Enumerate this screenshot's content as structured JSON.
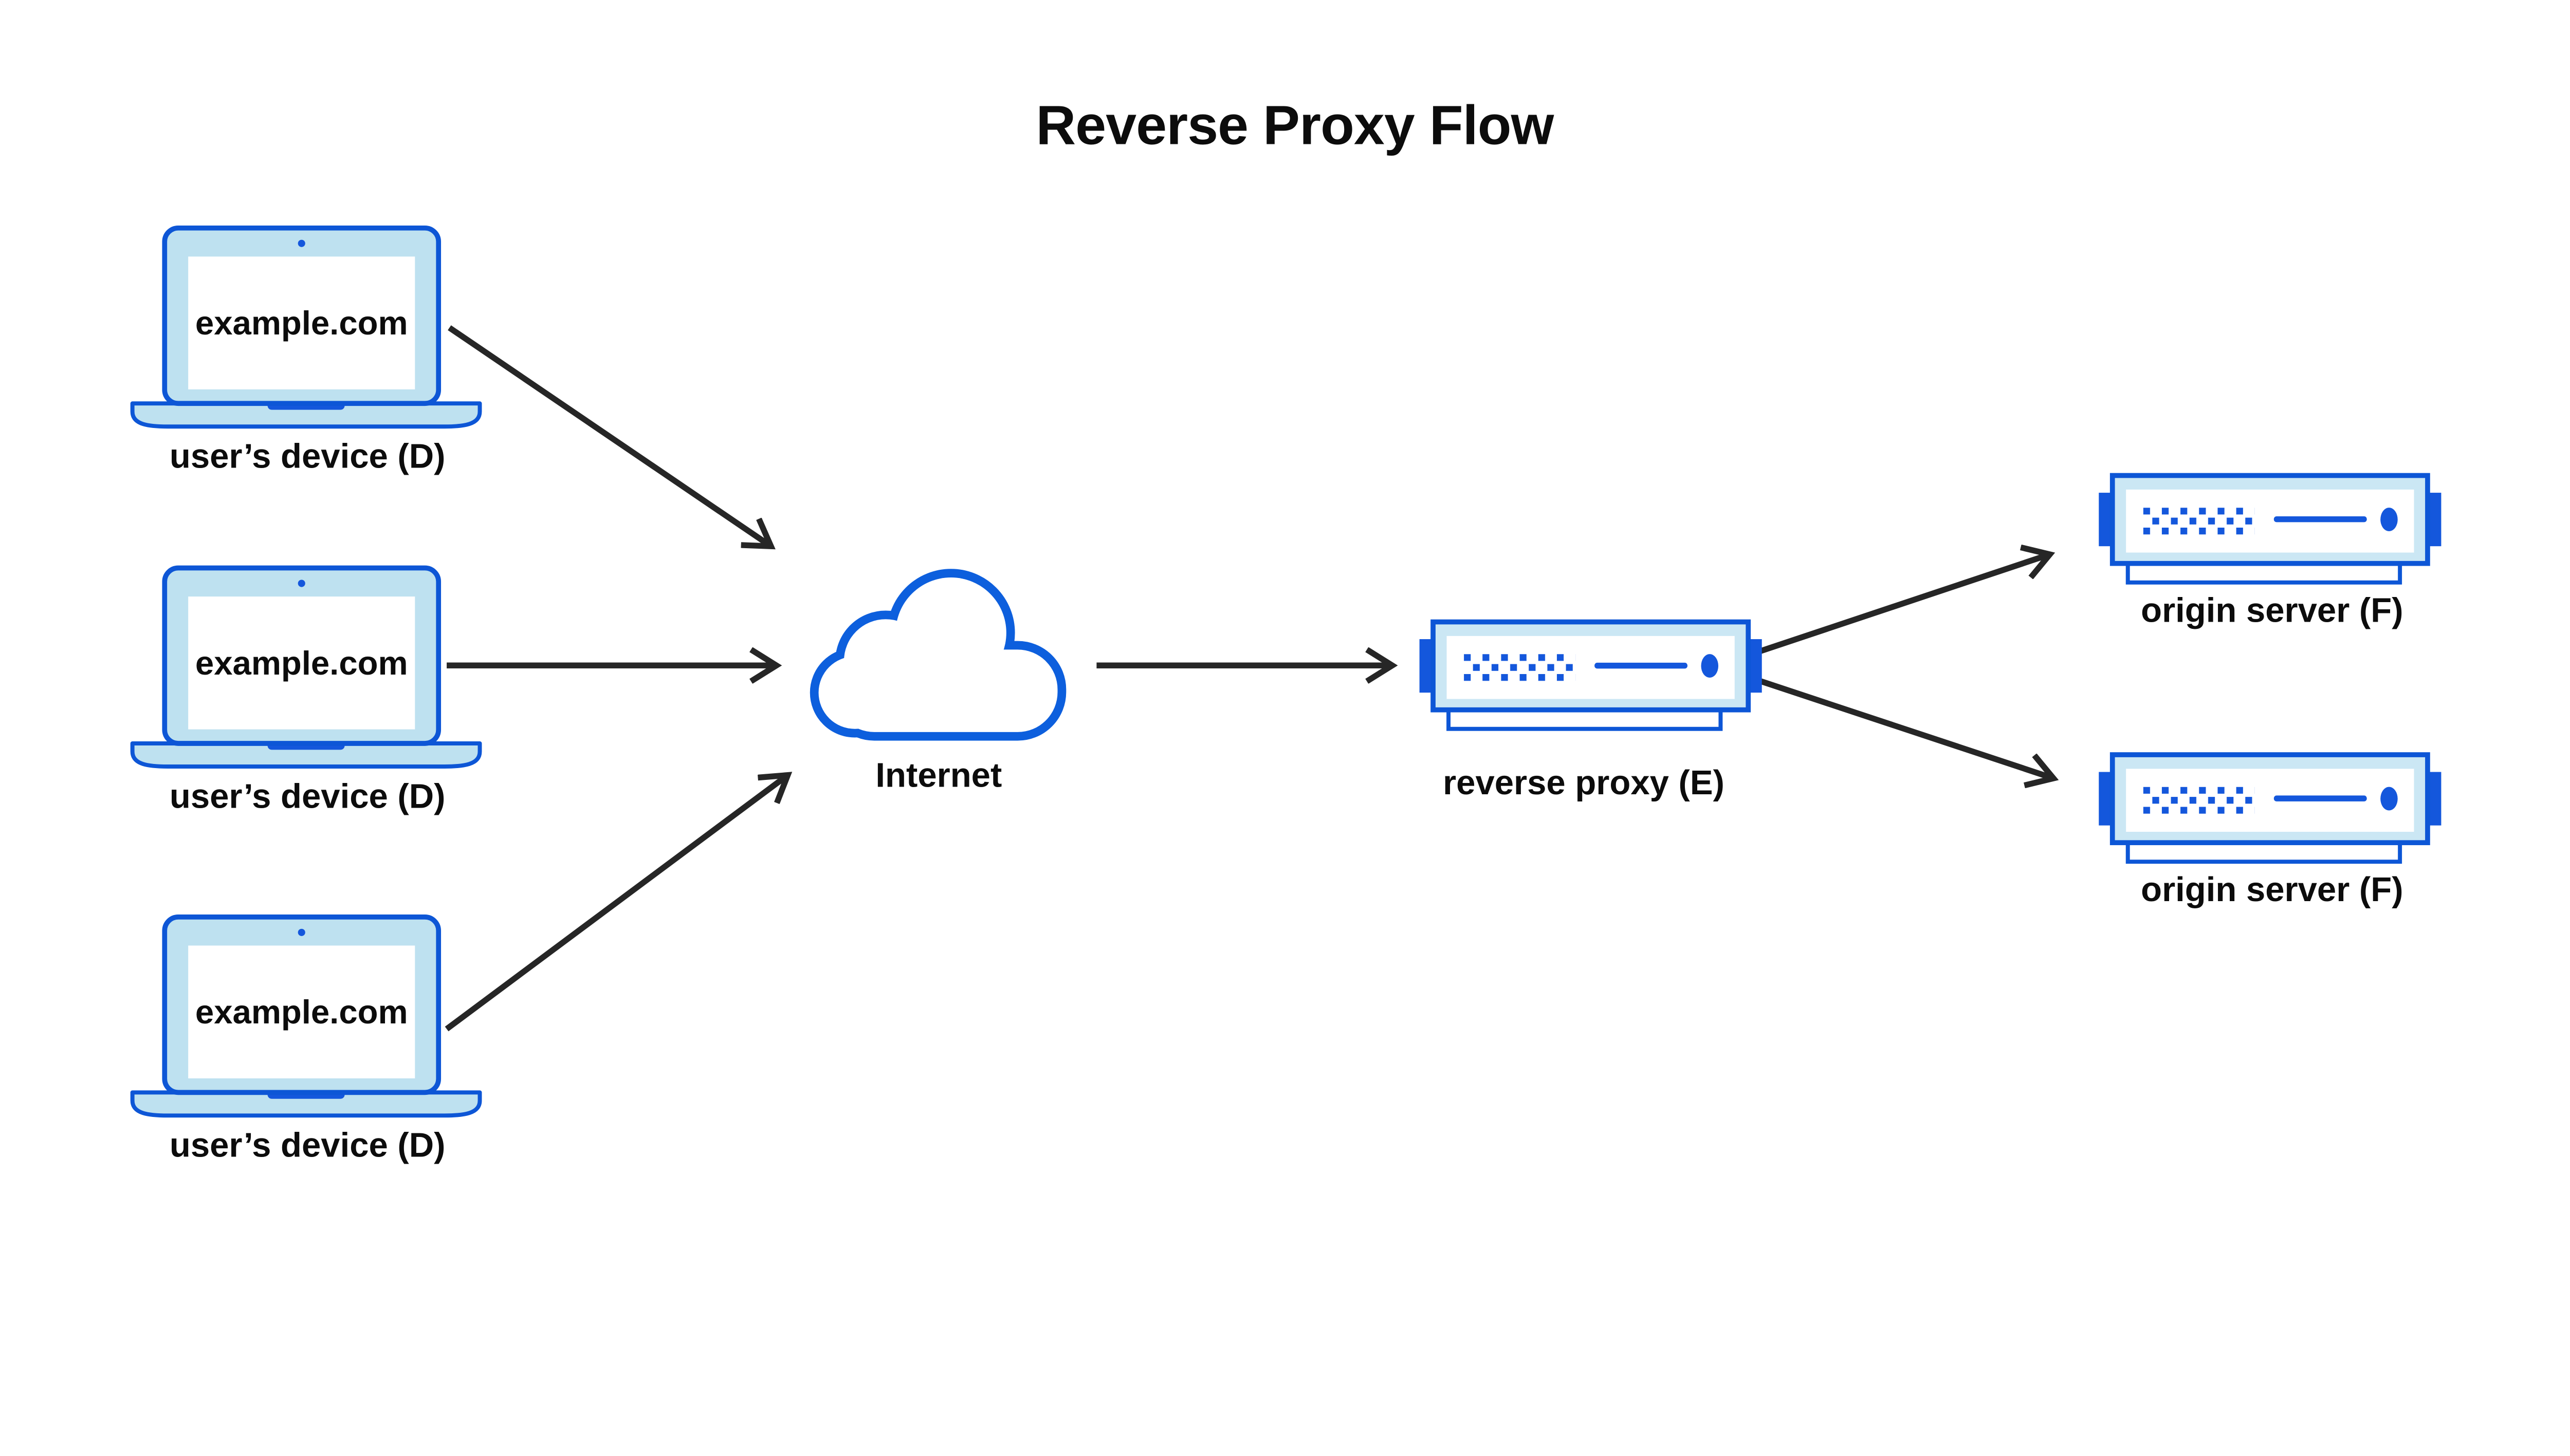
{
  "title": "Reverse Proxy Flow",
  "devices": [
    {
      "screen_text": "example.com",
      "label": "user’s device (D)"
    },
    {
      "screen_text": "example.com",
      "label": "user’s device (D)"
    },
    {
      "screen_text": "example.com",
      "label": "user’s device (D)"
    }
  ],
  "internet": {
    "label": "Internet"
  },
  "reverse_proxy": {
    "label": "reverse proxy (E)"
  },
  "origin_servers": [
    {
      "label": "origin server (F)"
    },
    {
      "label": "origin server (F)"
    }
  ],
  "colors": {
    "outline_blue": "#0D56D6",
    "accent_blue": "#1457DC",
    "laptop_fill": "#BEE1F0",
    "server_fill": "#CBE7F4",
    "cloud_stroke": "#0D5FDD",
    "arrow": "#262626",
    "text": "#0C0C0C",
    "background": "#FFFFFF"
  }
}
